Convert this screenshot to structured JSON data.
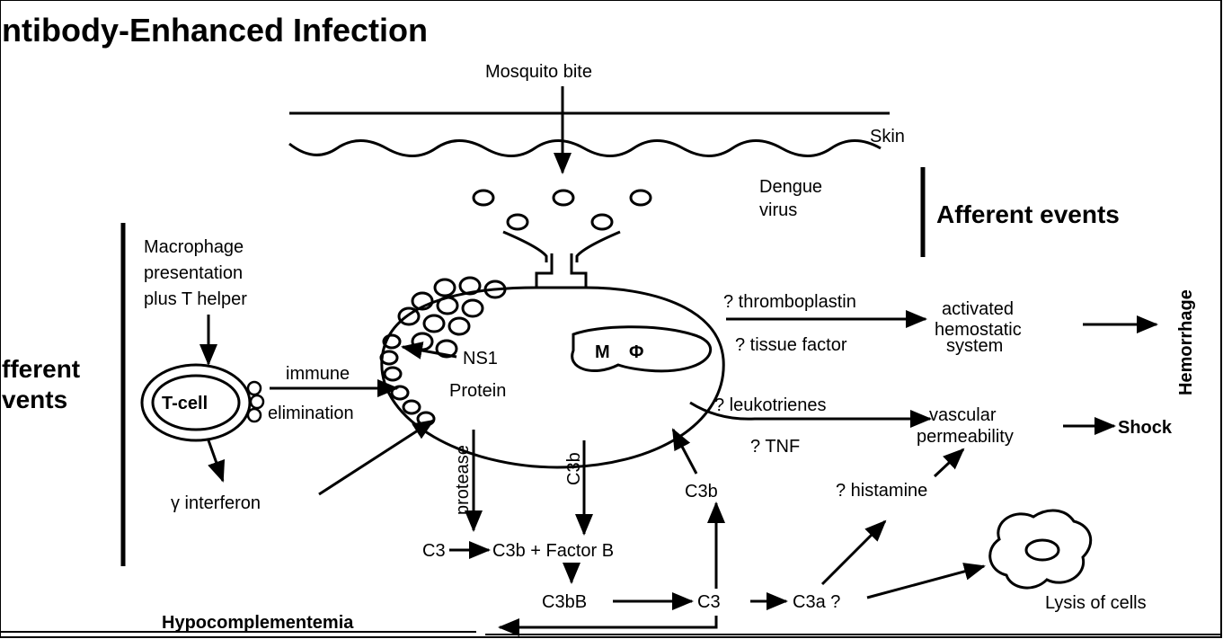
{
  "title": "ntibody-Enhanced Infection",
  "labels": {
    "mosquito_bite": "Mosquito bite",
    "skin": "Skin",
    "dengue_virus_line1": "Dengue",
    "dengue_virus_line2": "virus",
    "afferent_events": "Afferent events",
    "efferent_events_line1": "fferent",
    "efferent_events_line2": "vents",
    "macrophage_line1": "Macrophage",
    "macrophage_line2": "presentation",
    "macrophage_line3": "plus T helper",
    "t_cell": "T-cell",
    "immune": "immune",
    "elimination": "elimination",
    "gamma_interferon": "γ interferon",
    "ns1_line1": "NS1",
    "ns1_line2": "Protein",
    "macrophage_m": "M",
    "macrophage_phi": "Φ",
    "thromboplastin": "? thromboplastin",
    "tissue_factor": "? tissue factor",
    "activated_line1": "activated",
    "activated_line2": "hemostatic",
    "activated_line3": "system",
    "hemorrhage": "Hemorrhage",
    "leukotrienes": "? leukotrienes",
    "tnf": "? TNF",
    "vascular_line1": "vascular",
    "vascular_line2": "permeability",
    "shock": "Shock",
    "histamine": "? histamine",
    "protease": "protease",
    "c3b_vertical": "C3b",
    "c3b_right": "C3b",
    "c3": "C3",
    "c3b_factor_b": "C3b + Factor B",
    "c3bb": "C3bB",
    "c3_bottom": "C3",
    "c3a": "C3a ?",
    "lysis": "Lysis of cells",
    "hypocomplementemia": "Hypocomplementemia"
  }
}
